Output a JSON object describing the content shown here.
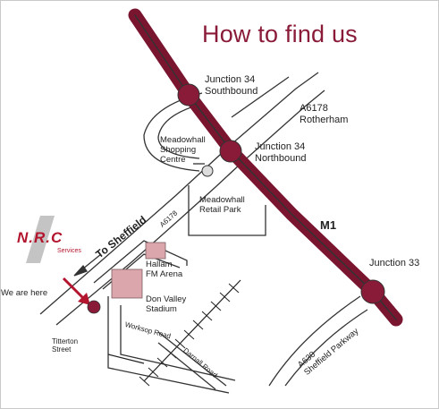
{
  "map": {
    "title": "How to find us",
    "junctions": {
      "j34_south": [
        "Junction 34",
        "Southbound"
      ],
      "j34_north": [
        "Junction 34",
        "Northbound"
      ],
      "j33": "Junction 33"
    },
    "roads": {
      "m1": "M1",
      "a6178_rotherham": [
        "A6178",
        "Rotherham"
      ],
      "a6178": "A6178",
      "to_sheffield": "To Sheffield",
      "a630": [
        "A630",
        "Sheffield Parkway"
      ],
      "worksop_road": "Worksop Road",
      "darnall_road": "Darnall Road",
      "titterton_street": [
        "Titterton",
        "Street"
      ]
    },
    "places": {
      "meadowhall_shopping": [
        "Meadowhall",
        "Shopping",
        "Centre"
      ],
      "meadowhall_retail": [
        "Meadowhall",
        "Retail Park"
      ],
      "hallam_fm": [
        "Hallam",
        "FM Arena"
      ],
      "don_valley": [
        "Don Valley",
        "Stadium"
      ],
      "we_are_here": "We are here"
    },
    "logo": {
      "name": "N.R.C",
      "subtitle": "Services"
    },
    "colors": {
      "motorway": "#7a1530",
      "junction": "#8a1b38",
      "road_outline": "#333333",
      "building_fill": "#dba7ac",
      "logo_red": "#b3152e",
      "logo_grey": "#bdbdbd"
    }
  }
}
